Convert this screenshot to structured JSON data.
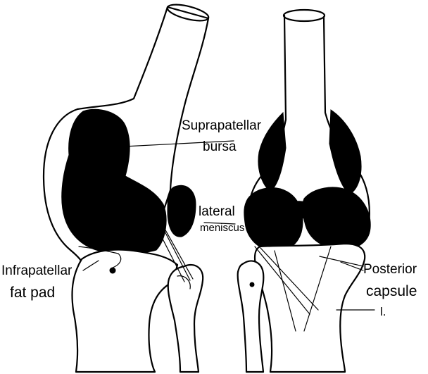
{
  "labels": {
    "suprapatellar_bursa_line1": "Suprapatellar",
    "suprapatellar_bursa_line2": "bursa",
    "lateral_meniscus_line1": "lateral",
    "lateral_meniscus_line2": "meniscus",
    "infrapatellar_fat_pad_line1": "Infrapatellar",
    "infrapatellar_fat_pad_line2": "fat pad",
    "posterior_capsule_line1": "Posterior",
    "posterior_capsule_line2": "capsule",
    "marker_l": "l."
  },
  "colors": {
    "ink": "#000000",
    "paper": "#ffffff"
  }
}
